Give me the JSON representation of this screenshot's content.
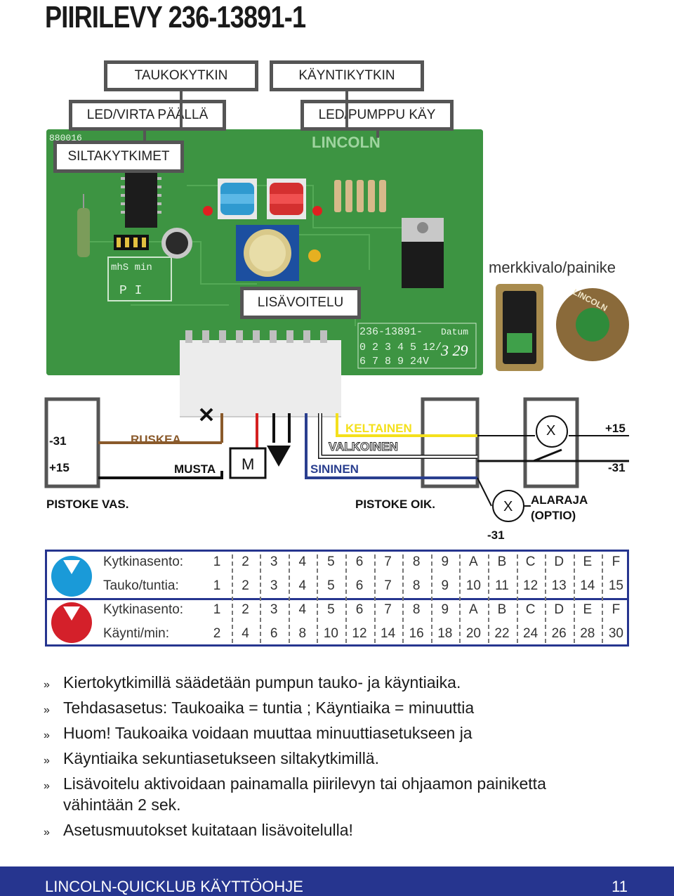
{
  "title": "PIIRILEVY 236-13891-1",
  "callouts": {
    "taukokytkin": "TAUKOKYTKIN",
    "kayntikytkin": "KÄYNTIKYTKIN",
    "led_virta": "LED/VIRTA PÄÄLLÄ",
    "led_pumppu": "LED/PUMPPU KÄY",
    "siltakytkimet": "SILTAKYTKIMET",
    "lisavoitelu": "LISÄVOITELU",
    "merkkivalo": "merkkivalo/painike"
  },
  "pcb": {
    "board_id": "236-13891-",
    "brand": "LINCOLN",
    "datum_label": "Datum",
    "datum_value": "3 29",
    "code_a": "880016",
    "digits_row1": "0 2 3 4 5 12/",
    "digits_row2": "6 7 8 9 24V",
    "switch_labels_top": "mhS min",
    "switch_labels_bot": "P  I",
    "button_brand": "LINCOLN"
  },
  "wiring": {
    "left_minus": "-31",
    "left_plus": "+15",
    "ruskea": "RUSKEA",
    "musta": "MUSTA",
    "motor": "M",
    "keltainen": "KELTAINEN",
    "valkoinen": "VALKOINEN",
    "sininen": "SININEN",
    "right_plus": "+15",
    "right_minus": "-31",
    "lamp_x": "X",
    "pistoke_vas": "PISTOKE VAS.",
    "pistoke_oik": "PISTOKE OIK.",
    "alaraja_x": "X",
    "alaraja": "ALARAJA",
    "optio": "(OPTIO)",
    "alaraja_minus": "-31",
    "colors": {
      "ruskea": "#8a5a2b",
      "musta": "#111111",
      "keltainen": "#f4e01c",
      "sininen": "#2a3f8f",
      "red": "#d42020",
      "blue_wire": "#2a3f8f"
    }
  },
  "table": {
    "rows": [
      {
        "label": "Kytkinasento:",
        "values": [
          "1",
          "2",
          "3",
          "4",
          "5",
          "6",
          "7",
          "8",
          "9",
          "A",
          "B",
          "C",
          "D",
          "E",
          "F"
        ]
      },
      {
        "label": "Tauko/tuntia:",
        "values": [
          "1",
          "2",
          "3",
          "4",
          "5",
          "6",
          "7",
          "8",
          "9",
          "10",
          "11",
          "12",
          "13",
          "14",
          "15"
        ]
      },
      {
        "label": "Kytkinasento:",
        "values": [
          "1",
          "2",
          "3",
          "4",
          "5",
          "6",
          "7",
          "8",
          "9",
          "A",
          "B",
          "C",
          "D",
          "E",
          "F"
        ]
      },
      {
        "label": "Käynti/min:",
        "values": [
          "2",
          "4",
          "6",
          "8",
          "10",
          "12",
          "14",
          "16",
          "18",
          "20",
          "22",
          "24",
          "26",
          "28",
          "30"
        ]
      }
    ],
    "knob_colors": {
      "blue": "#1a9ad8",
      "red": "#d4202a"
    }
  },
  "bullets": [
    "Kiertokytkimillä säädetään pumpun tauko- ja käyntiaika.",
    "Tehdasasetus: Taukoaika = tuntia ;  Käyntiaika =  minuuttia",
    "Huom! Taukoaika voidaan muuttaa minuuttiasetukseen ja",
    "Käyntiaika sekuntiasetukseen siltakytkimillä.",
    "Lisävoitelu aktivoidaan painamalla piirilevyn tai ohjaamon painiketta",
    "vähintään 2 sek.",
    "Asetusmuutokset kuitataan lisävoitelulla!"
  ],
  "bullet_mark": "»",
  "footer": {
    "left": "LINCOLN-QUICKLUB KÄYTTÖOHJE",
    "right": "11"
  }
}
